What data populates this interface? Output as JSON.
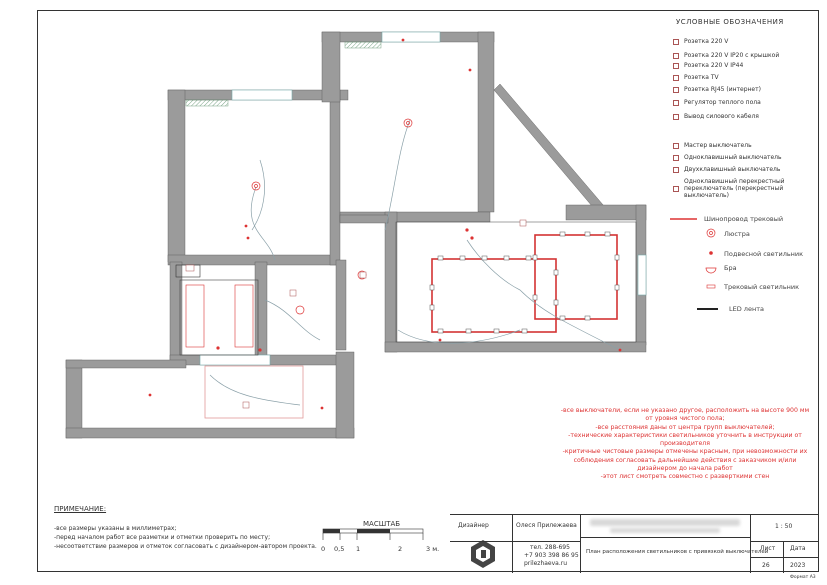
{
  "legend": {
    "title": "УСЛОВНЫЕ ОБОЗНАЧЕНИЯ",
    "items": [
      "Розетка 220 V",
      "Розетка 220 V IP20 с крышкой",
      "Розетка 220 V IP44",
      "Розетка TV",
      "Розетка RJ45 (интернет)",
      "Регулятор теплого пола",
      "Вывод силового кабеля",
      "Мастер выключатель",
      "Одноклавишный выключатель",
      "Двухклавишный выключатель",
      "Одноклавишный перекрестный переключатель (перекрестный выключатель)"
    ],
    "lights": [
      "Шинопровод трековый",
      "Люстра",
      "Подвесной светильник",
      "Бра",
      "Трековый светильник",
      "LED лента"
    ]
  },
  "notes_red": [
    "-все выключатели, если не указано другое, расположить на высоте 900 мм",
    "от уровня чистого пола;",
    "-все расстояния даны от центра групп выключателей;",
    "-технические характеристики светильников уточнить в инструкции от",
    "производителя",
    "-критичные чистовые размеры отмечены красным, при невозможности их",
    "соблюдения согласовать дальнейшие действия с заказчиком и/или",
    "дизайнером до начала работ",
    "-этот лист смотреть совместно с разверткими стен"
  ],
  "primechanie": {
    "title": "ПРИМЕЧАНИЕ:",
    "lines": [
      "-все размеры указаны в миллиметрах;",
      "-перед началом работ все разметки и отметки проверить по месту;",
      "-несоответствие размеров и отметок согласовать с дизайнером-автором проекта."
    ]
  },
  "scale": {
    "title": "МАСШТАБ",
    "labels": [
      "0",
      "0,5",
      "1",
      "2",
      "3 м."
    ]
  },
  "title_block": {
    "designer_label": "Дизайнер",
    "designer_name": "Олеся Прилежаева",
    "phone1": "тел. 288-695",
    "phone2": "+7 903 398 86 95",
    "site": "prilezhaeva.ru",
    "sheet_title": "План расположения светильников с привязкой выключателей",
    "scale_value": "1 : 50",
    "list_label": "Лист",
    "date_label": "Дата",
    "list_value": "26",
    "date_value": "2023",
    "format": "Формат А3"
  },
  "colors": {
    "wall": "#9b9b9b",
    "lines": "#333333",
    "red": "#d33333",
    "wire": "#8aa0a8"
  }
}
